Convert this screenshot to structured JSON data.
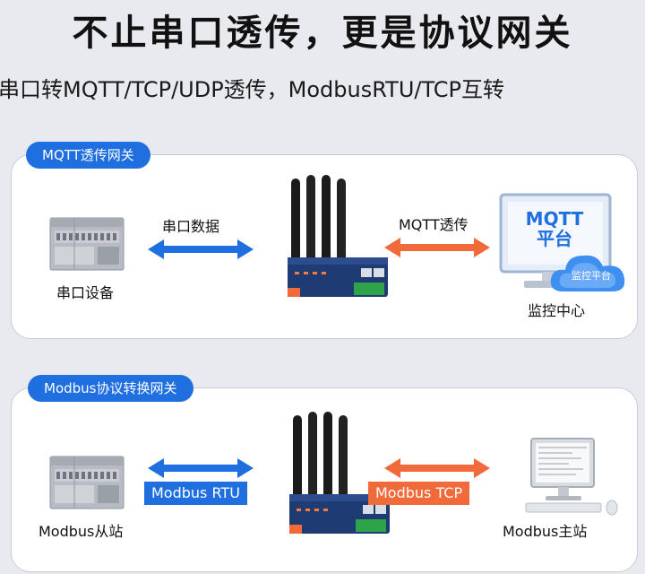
{
  "headline": "不止串口透传，更是协议网关",
  "subheadline": "串口转MQTT/TCP/UDP透传，ModbusRTU/TCP互转",
  "colors": {
    "accent_blue": "#1f6fe0",
    "accent_orange": "#f06a3a"
  },
  "panel_mqtt": {
    "tag": "MQTT透传网关",
    "left_device_label": "串口设备",
    "left_arrow_label": "串口数据",
    "right_arrow_label": "MQTT透传",
    "right_device_label": "监控中心",
    "screen_title_line1": "MQTT",
    "screen_title_line2": "平台",
    "cloud_label": "监控平台",
    "icons": [
      "plc-icon",
      "router-icon",
      "monitor-icon",
      "cloud-icon"
    ]
  },
  "panel_modbus": {
    "tag": "Modbus协议转换网关",
    "left_device_label": "Modbus从站",
    "left_arrow_label": "Modbus RTU",
    "right_arrow_label": "Modbus TCP",
    "right_device_label": "Modbus主站",
    "icons": [
      "plc-icon",
      "router-icon",
      "computer-icon"
    ]
  }
}
